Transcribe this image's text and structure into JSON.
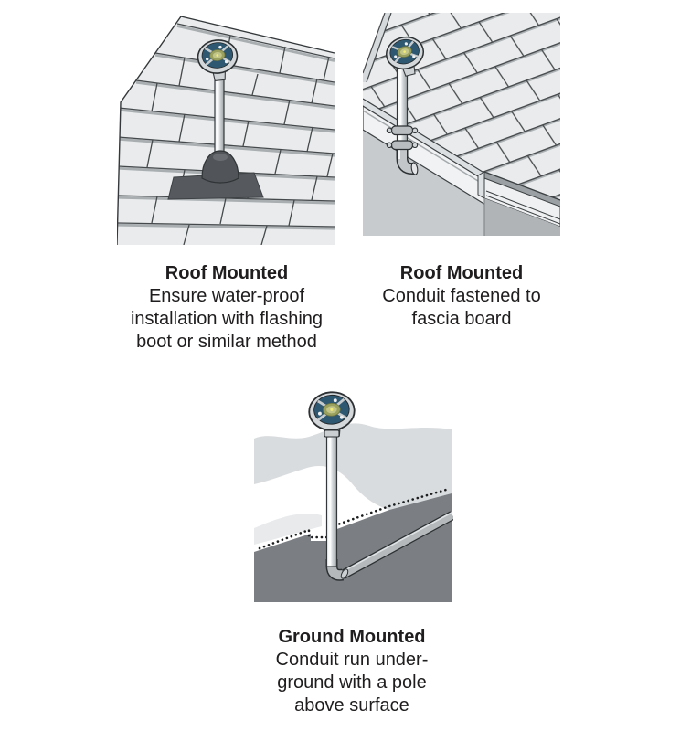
{
  "document": {
    "background": "#ffffff",
    "text_color": "#1f1d1e"
  },
  "figures": [
    {
      "id": "roof-flashing-boot",
      "title": "Roof Mounted",
      "description_lines": [
        "Ensure water-proof",
        "installation with flashing",
        "boot or similar method"
      ],
      "alt": "Sensor head on a pole mounted through a shingled roof with a dark flashing boot and flashing plate"
    },
    {
      "id": "roof-fascia",
      "title": "Roof Mounted",
      "description_lines": [
        "Conduit fastened to",
        "fascia board"
      ],
      "alt": "Sensor head on a conduit clamped with two pipe straps to the fascia board at the roof eave, with gutter and elbow fitting"
    },
    {
      "id": "ground-mounted",
      "title": "Ground Mounted",
      "description_lines": [
        "Conduit run under-",
        "ground with a pole",
        "above surface"
      ],
      "alt": "Sensor head on a pole above the ground surface with conduit running underground to an elbow, shown in cutaway"
    }
  ],
  "colors": {
    "sensor_face": "#2e5871",
    "sensor_center_outer": "#9aa15f",
    "sensor_center_inner": "#c2c589",
    "sensor_rim": "#d4d8db",
    "shingle_fill": "#e9ebec",
    "line_dark": "#34383a",
    "flashing_boot": "#515559",
    "flashing_plate": "#565a5e",
    "wall_gray": "#c8cbce",
    "wall_dark_gray": "#b0b4b7",
    "underground_gray": "#7b7f83",
    "cloud_gray": "#d9dcde"
  }
}
